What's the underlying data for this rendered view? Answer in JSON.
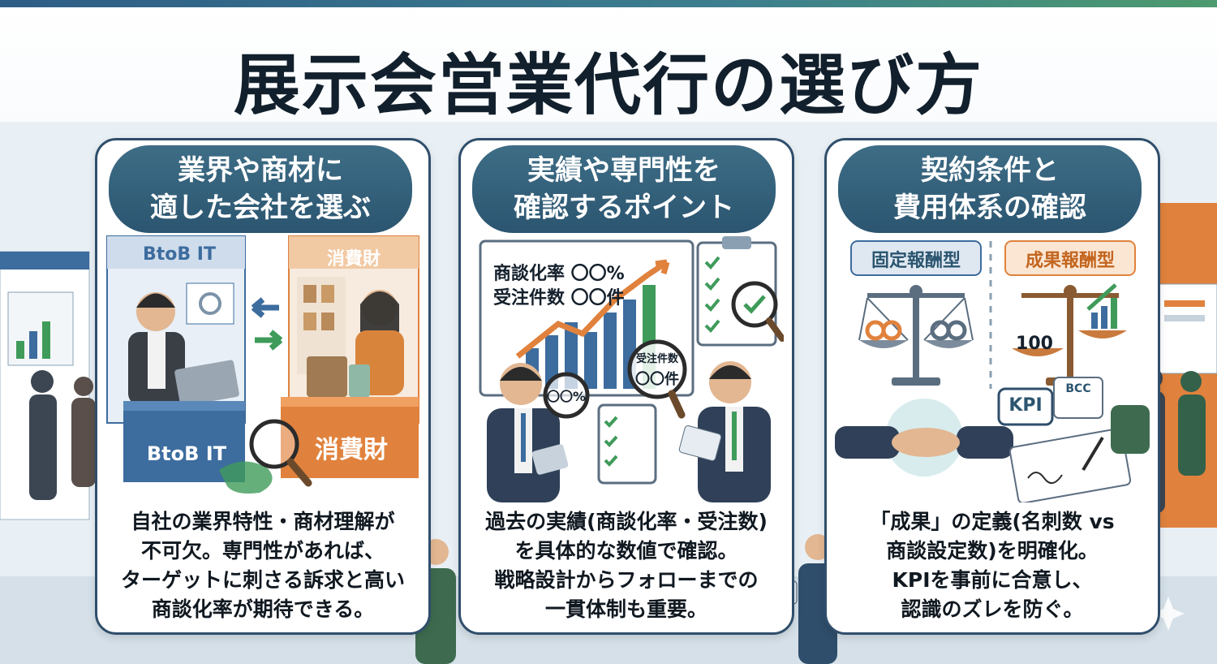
{
  "title": "展示会営業代行の選び方",
  "cards": [
    {
      "heading_line1": "業界や商材に",
      "heading_line2": "適した会社を選ぶ",
      "tag_left": "BtoB IT",
      "tag_right": "消費財",
      "counter_left": "BtoB IT",
      "counter_right": "消費財",
      "desc": [
        "自社の業界特性・商材理解が",
        "不可欠。専門性があれば、",
        "ターゲットに刺さる訴求と高い",
        "商談化率が期待できる。"
      ]
    },
    {
      "heading_line1": "実績や専門性を",
      "heading_line2": "確認するポイント",
      "board_line1": "商談化率 〇〇%",
      "board_line2": "受注件数 〇〇件",
      "lens_left": "〇〇%",
      "lens_right_line1": "受注件数",
      "lens_right_line2": "〇〇件",
      "desc": [
        "過去の実績(商談化率・受注数)",
        "を具体的な数値で確認。",
        "戦略設計からフォローまでの",
        "一貫体制も重要。"
      ]
    },
    {
      "heading_line1": "契約条件と",
      "heading_line2": "費用体系の確認",
      "type_left": "固定報酬型",
      "type_right": "成果報酬型",
      "scale_value": "100",
      "bubble_kpi": "KPI",
      "bubble_bcc": "BCC",
      "desc": [
        "「成果」の定義(名刺数 vs",
        "商談設定数)を明確化。",
        "KPIを事前に合意し、",
        "認識のズレを防ぐ。"
      ]
    }
  ],
  "colors": {
    "navy": "#2b5570",
    "orange": "#e0823d",
    "blue_tag": "#3d6c9e",
    "green": "#3f9b5a"
  }
}
